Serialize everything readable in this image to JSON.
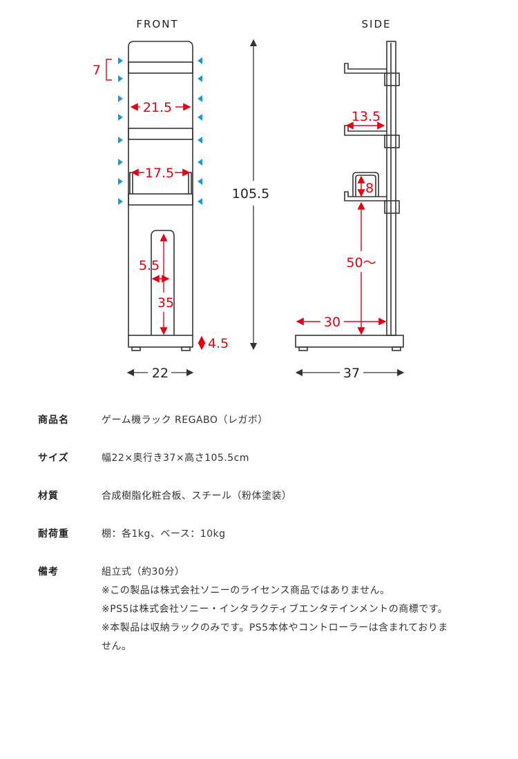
{
  "diagram": {
    "front_title": "FRONT",
    "side_title": "SIDE",
    "dims": {
      "shelf_gap": "7",
      "front_inner_width": "21.5",
      "front_holder_width": "17.5",
      "front_slot_width": "5.5",
      "front_slot_height": "35",
      "base_height": "4.5",
      "front_base_width": "22",
      "total_height": "105.5",
      "side_shelf_depth": "13.5",
      "side_holder_height": "8",
      "side_holder_height_from_base": "50〜",
      "side_pole_offset": "30",
      "side_base_depth": "37"
    }
  },
  "specs": [
    {
      "label": "商品名",
      "lines": [
        "ゲーム機ラック REGABO（レガボ）"
      ]
    },
    {
      "label": "サイズ",
      "lines": [
        "幅22×奥行き37×高さ105.5cm"
      ]
    },
    {
      "label": "材質",
      "lines": [
        "合成樹脂化粧合板、スチール（粉体塗装）"
      ]
    },
    {
      "label": "耐荷重",
      "lines": [
        "棚：各1kg、ベース：10kg"
      ]
    },
    {
      "label": "備考",
      "lines": [
        "組立式（約30分）",
        "※この製品は株式会社ソニーのライセンス商品ではありません。",
        "※PS5は株式会社ソニー・インタラクティブエンタテインメントの商標です。",
        "※本製品は収納ラックのみです。PS5本体やコントローラーは含まれておりま",
        "せん。"
      ]
    }
  ],
  "colors": {
    "dimension_red": "#e60012",
    "arrow_blue": "#1a9bd7",
    "outline": "#333333"
  }
}
